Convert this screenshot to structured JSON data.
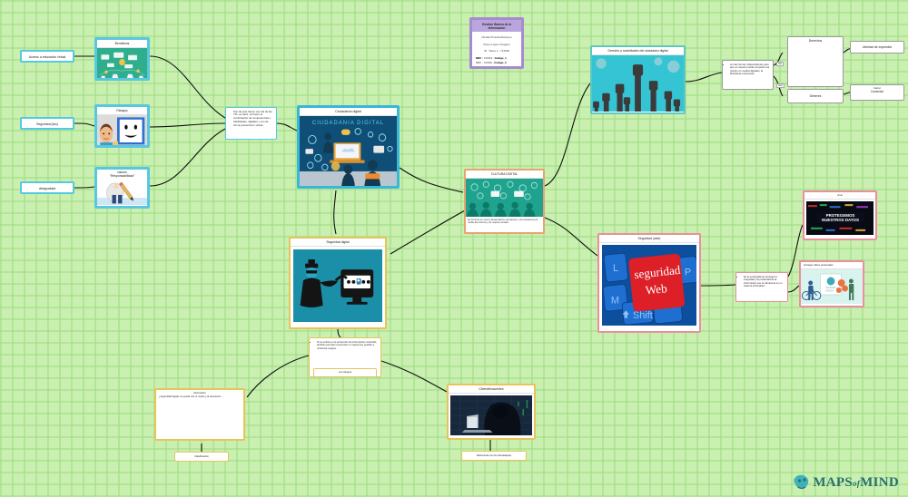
{
  "app": {
    "watermark": "MAPS",
    "watermark_of": "of",
    "watermark2": "MIND"
  },
  "title_card": {
    "heading": "Gestion Basica de la Informacion",
    "author1": "Nicolás Pineda Restrepo",
    "author2": "Karen López Chagres",
    "id_label": "ID :",
    "id_value": "Tarea 1 - 714000",
    "code1_label": "NRC :",
    "code1_value": "CCF44 -",
    "code1_bold": "Codigo_1",
    "code2_label": "NRC :",
    "code2_value": "CCF40 -",
    "code2_bold": "Codigo_2"
  },
  "nodes": {
    "acceso_educacion": {
      "label": "Acceso a educación virtual"
    },
    "seguridad_left": {
      "label": "Seguridad (tics)"
    },
    "desigualdad": {
      "label": "desigualdad"
    },
    "beneficios": {
      "label": "Beneficios"
    },
    "riesgos": {
      "label": "Riesgos"
    },
    "valores": {
      "label": "valores",
      "label2": "\"Responsabilidad\""
    },
    "tic_text": {
      "bullet": "Son las que hacen uso del de las TIC, es decir, es hacer la combinación de competencias y habilidades, digitales y con de forma presencial o virtual."
    },
    "ciudadania_digital": {
      "label": "Ciudadanía digital",
      "image_caption": "CIUDADANIA  DIGITAL"
    },
    "cultura_digital": {
      "label": "CULTURA DIGITAL",
      "caption": "Es la forma en como interactuamos, pensamos y comunicamos por medio del internet y de nuestra camara."
    },
    "derecho_autoridades": {
      "label": "Derecho y autoridades del ciudadano digital"
    },
    "libertad_text": {
      "bullet": "son las formas independientes para que un usuario pueda compartir una opinión en medios digitales, la libertad de expresarse."
    },
    "derechos": {
      "label": "Derechos"
    },
    "deberes": {
      "label": "Deberes"
    },
    "libertad_expresion": {
      "label": "Libertad de expresión"
    },
    "conectar": {
      "label": "Carrer",
      "label2": "Conectar"
    },
    "link_label_1": {
      "label": "first"
    },
    "link_label_2": {
      "label": "Sust"
    },
    "seguridad_digital": {
      "label": "Seguridad digital"
    },
    "riesgos_text": {
      "bullet": "Si se enfoca en la protección de información contenido, también permiten prevención o mejora que puedan a minimizar riesgos.",
      "footer": "Los riesgos"
    },
    "seguridad_web": {
      "label": "Seguridad (web)",
      "image_text1": "seguridad",
      "image_text2": "Web"
    },
    "integridad_text": {
      "bullet": "Es la encargada de proteger la integridad y la privacidad de la información que se almacena en un sistema informático."
    },
    "proteger_datos_img": {
      "label": "virus",
      "image_text": "PROTEGEMOS NUESTROS DATOS"
    },
    "proteger_personales": {
      "label": "proteger  datos personales"
    },
    "informativo": {
      "label": "informativo",
      "body": "¿Seguridad digital, se puede unir el medio y la educación ...",
      "footer": "Clasificación"
    },
    "ciberdelincuentes": {
      "label": "Ciberdelincuentes",
      "footer": "Delincuente con los ciberataques"
    }
  },
  "colors": {
    "background": "#c9f0b0",
    "cyan": "#57c8e0",
    "purple": "#a78bd0",
    "orange": "#e8a372",
    "gold": "#e8c35a",
    "pink": "#eb8f9c",
    "gray": "#9a9a9a",
    "link": "#111111",
    "watermark": "#0e5a66"
  }
}
